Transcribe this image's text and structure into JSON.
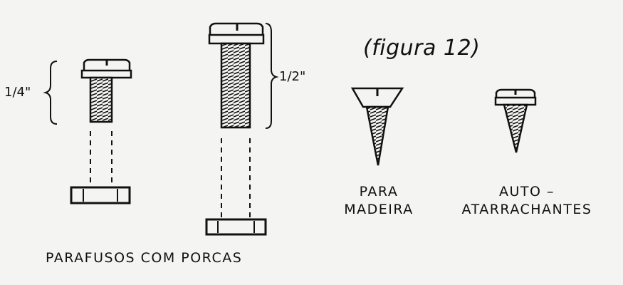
{
  "figure": {
    "title": "(figura 12)"
  },
  "labels": {
    "dim_quarter": "1/4\"",
    "dim_half": "1/2\"",
    "bolts_caption": "PARAFUSOS COM PORCAS",
    "wood_line1": "PARA",
    "wood_line2": "MADEIRA",
    "self_line1": "AUTO –",
    "self_line2": "ATARRACHANTES"
  }
}
